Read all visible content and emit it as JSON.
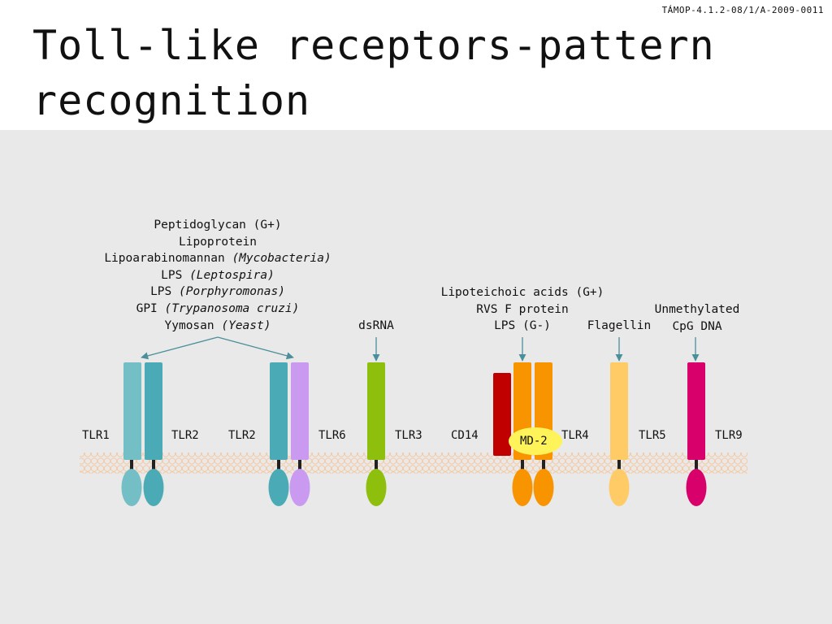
{
  "header": {
    "project_code": "TÁMOP-4.1.2-08/1/A-2009-0011",
    "title": "Toll-like receptors-pattern recognition"
  },
  "ligands": {
    "tlr1_2_6": [
      {
        "text": "Peptidoglycan (G+)",
        "species": ""
      },
      {
        "text": "Lipoprotein",
        "species": ""
      },
      {
        "text": "Lipoarabinomannan ",
        "species": "(Mycobacteria)"
      },
      {
        "text": "LPS ",
        "species": "(Leptospira)"
      },
      {
        "text": "LPS ",
        "species": "(Porphyromonas)"
      },
      {
        "text": "GPI ",
        "species": "(Trypanosoma cruzi)"
      },
      {
        "text": "Yymosan ",
        "species": "(Yeast)"
      }
    ],
    "tlr3": [
      "dsRNA"
    ],
    "tlr4": [
      "Lipoteichoic acids (G+)",
      "RVS F protein",
      "LPS (G-)"
    ],
    "tlr5": [
      "Flagellin"
    ],
    "tlr9": [
      "Unmethylated",
      "CpG DNA"
    ]
  },
  "receptors": {
    "tlr1": "TLR1",
    "tlr2_a": "TLR2",
    "tlr2_b": "TLR2",
    "tlr6": "TLR6",
    "tlr3": "TLR3",
    "cd14": "CD14",
    "md2": "MD-2",
    "tlr4": "TLR4",
    "tlr5": "TLR5",
    "tlr9": "TLR9"
  },
  "colors": {
    "tlr1": "#74bec6",
    "tlr2": "#4aabb6",
    "tlr6": "#c99af0",
    "tlr3": "#8dbf0c",
    "cd14": "#c00000",
    "tlr4": "#f79400",
    "md2": "#fff35a",
    "tlr5": "#ffcb66",
    "tlr9": "#d8006b",
    "arrow": "#4a8f9a",
    "membrane": "#f6c9a5",
    "panel": "#e8e9e8"
  }
}
